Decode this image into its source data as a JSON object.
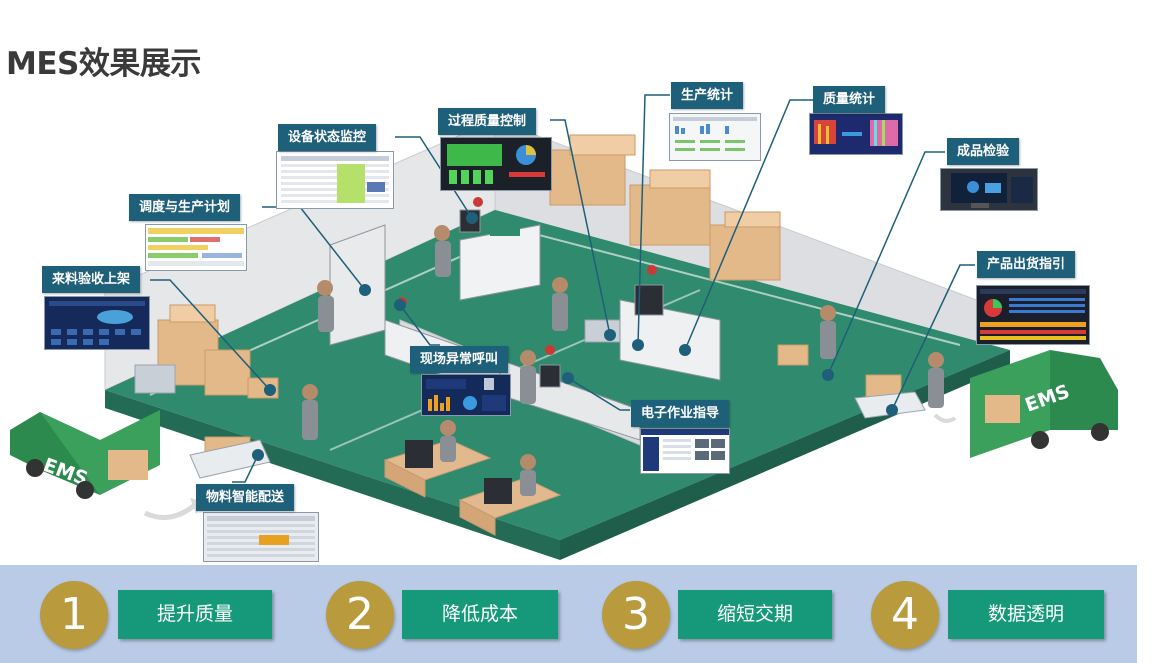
{
  "title": "MES效果展示",
  "callouts": {
    "shebei": "设备状态监控",
    "guocheng": "过程质量控制",
    "shengchan_tongji": "生产统计",
    "zhiliang_tongji": "质量统计",
    "chengpin": "成品检验",
    "diaodu": "调度与生产计划",
    "laoliao": "来料验收上架",
    "chanpin_chuhuo": "产品出货指引",
    "xianchang": "现场异常呼叫",
    "dianzi": "电子作业指导",
    "wuliao": "物料智能配送"
  },
  "truck_label": "EMS",
  "colors": {
    "callout_bg": "#1e5f7a",
    "floor": "#2f8a6e",
    "band": "#b9cbe6",
    "number_circle": "#b99a3c",
    "benefit_bg": "#16997a"
  },
  "benefits": [
    {
      "num": "1",
      "label": "提升质量"
    },
    {
      "num": "2",
      "label": "降低成本"
    },
    {
      "num": "3",
      "label": "缩短交期"
    },
    {
      "num": "4",
      "label": "数据透明"
    }
  ]
}
